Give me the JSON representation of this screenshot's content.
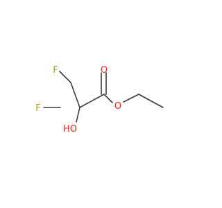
{
  "diagram": {
    "atoms": [
      {
        "id": "F1",
        "label": "F",
        "color": "#b5a000"
      },
      {
        "id": "F2",
        "label": "F",
        "color": "#b5a000"
      },
      {
        "id": "O_carbonyl",
        "label": "O",
        "color": "#e8211c"
      },
      {
        "id": "O_ester",
        "label": "O",
        "color": "#e8211c"
      },
      {
        "id": "OH",
        "label": "HO",
        "color": "#e8211c"
      }
    ],
    "bond_color": "#3a3a3a"
  }
}
